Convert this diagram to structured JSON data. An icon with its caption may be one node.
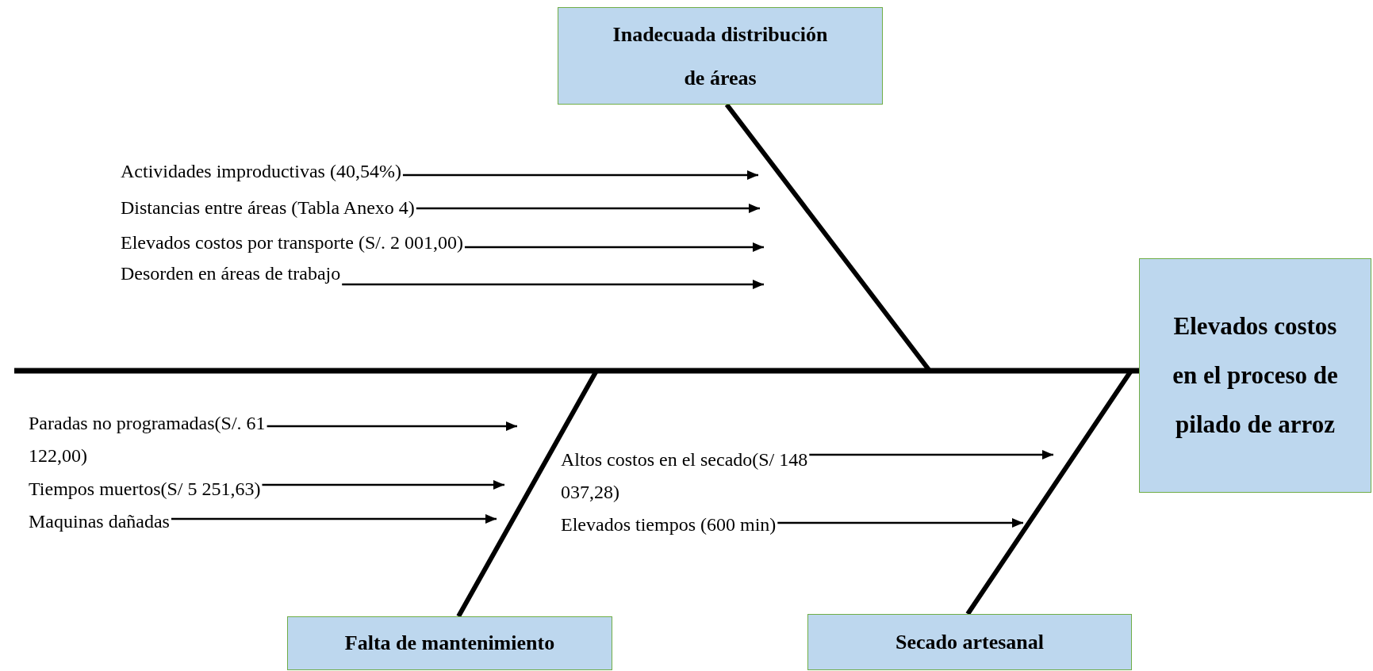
{
  "diagram": {
    "nodes": [
      {
        "text": [
          "Inadecuada distribución de áreas"
        ]
      },
      {
        "text": [
          "Actividades improductivas (40,54%)"
        ]
      },
      {
        "text": [
          "Distancias entre áreas (Tabla Anexo 4)"
        ]
      },
      {
        "text": [
          "Elevados costos por transporte (S/. 2 001,00)"
        ]
      },
      {
        "text": [
          "Desorden en áreas de trabajo"
        ]
      },
      {
        "text": [
          "Elevados costos en el proceso de pilado de arroz"
        ]
      },
      {
        "text": [
          "Paradas no programadas(S/. 61 122,00)"
        ]
      },
      {
        "text": [
          "Tiempos muertos(S/ 5 251,63)"
        ]
      },
      {
        "text": [
          "Maquinas dañadas"
        ]
      },
      {
        "text": [
          "Altos costos en el secado(S/ 148 037,28)"
        ]
      },
      {
        "text": [
          "Elevados tiempos (600 min)"
        ]
      },
      {
        "text": [
          "Falta de mantenimiento"
        ]
      },
      {
        "text": [
          "Secado artesanal"
        ]
      }
    ],
    "edges": [
      {
        "from": 0,
        "to": 5,
        "arrow": "none",
        "style": "thick"
      },
      {
        "from": 11,
        "to": 5,
        "arrow": "none",
        "style": "thick"
      },
      {
        "from": 12,
        "to": 5,
        "arrow": "none",
        "style": "thick"
      },
      {
        "from": 1,
        "to": null,
        "arrow": "to"
      },
      {
        "from": 2,
        "to": null,
        "arrow": "to"
      },
      {
        "from": 3,
        "to": null,
        "arrow": "to"
      },
      {
        "from": 4,
        "to": null,
        "arrow": "to"
      },
      {
        "from": 6,
        "to": null,
        "arrow": "to"
      },
      {
        "from": 7,
        "to": null,
        "arrow": "to"
      },
      {
        "from": 8,
        "to": null,
        "arrow": "to"
      },
      {
        "from": 9,
        "to": null,
        "arrow": "to"
      },
      {
        "from": 10,
        "to": null,
        "arrow": "to"
      }
    ]
  }
}
